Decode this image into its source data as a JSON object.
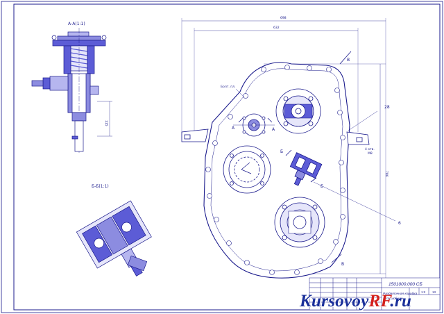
{
  "drawing": {
    "section_a_title": "А-А(1:1)",
    "section_b_title": "Б-Б(1:1)",
    "dims": {
      "overall_width": "698",
      "inner_width": "632",
      "height": "786",
      "left_dim": "115",
      "side_num": "28",
      "right_small": "4 отв.",
      "right_small2": "М8"
    },
    "marks": {
      "v1": "В",
      "v2": "В",
      "b1": "Б",
      "b2": "Б",
      "a1": "А",
      "a2": "А",
      "six": "6",
      "note_left": "Болт. пл."
    }
  },
  "title_block": {
    "code": "1501000.000 СБ",
    "name_line1": "Раздаточная коробка",
    "name_line2": "автомобиля",
    "scale": "1:2",
    "sheet": "13"
  },
  "watermark": {
    "part1": "Kursovoy",
    "part2": "RF",
    "part3": ".ru"
  },
  "colors": {
    "line": "#1a1a8c",
    "fill": "#5c5cd6",
    "watermark_blue": "#1a2f9a",
    "watermark_red": "#d4201c"
  }
}
